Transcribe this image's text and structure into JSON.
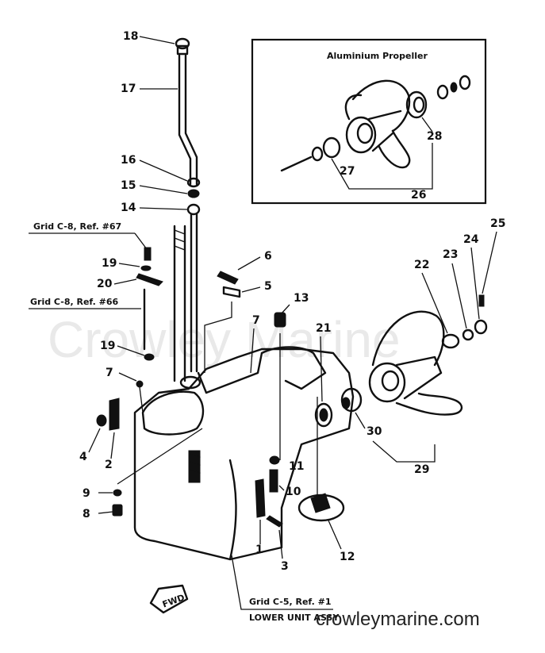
{
  "watermark": "Crowley Marine",
  "site_label": "crowleymarine.com",
  "inset": {
    "title": "Aluminium Propeller",
    "callouts": [
      "28",
      "27",
      "26"
    ]
  },
  "callouts": {
    "c1": "1",
    "c2": "2",
    "c3": "3",
    "c4": "4",
    "c5": "5",
    "c6": "6",
    "c7a": "7",
    "c7b": "7",
    "c8": "8",
    "c9": "9",
    "c10": "10",
    "c11": "11",
    "c12": "12",
    "c13": "13",
    "c14": "14",
    "c15": "15",
    "c16": "16",
    "c17": "17",
    "c18": "18",
    "c19a": "19",
    "c19b": "19",
    "c20": "20",
    "c21": "21",
    "c22": "22",
    "c23": "23",
    "c24": "24",
    "c25": "25",
    "c29": "29",
    "c30": "30"
  },
  "grid_refs": {
    "ref67": "Grid C-8, Ref. #67",
    "ref66": "Grid C-8, Ref. #66",
    "ref1": "Grid C-5, Ref. #1"
  },
  "assembly_label": "LOWER UNIT ASSY",
  "fwd_label": "FWD"
}
